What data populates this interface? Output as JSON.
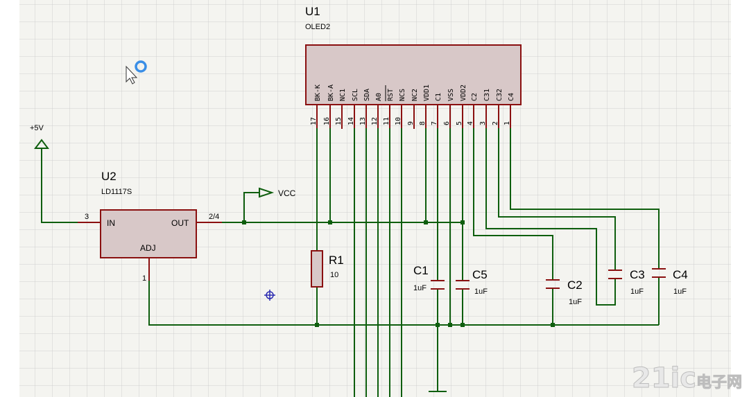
{
  "u1": {
    "ref": "U1",
    "part": "OLED2",
    "pin_names": [
      "BK-K",
      "BK-A",
      "NC1",
      "SCL",
      "SDA",
      "A0",
      "RST",
      "NCS",
      "NC2",
      "VDD1",
      "C1",
      "VSS",
      "VDD2",
      "C2",
      "C31",
      "C32",
      "C4"
    ],
    "pin_numbers": [
      "17",
      "16",
      "15",
      "14",
      "13",
      "12",
      "11",
      "10",
      "9",
      "8",
      "7",
      "6",
      "5",
      "4",
      "3",
      "2",
      "1"
    ]
  },
  "u2": {
    "ref": "U2",
    "part": "LD1117S",
    "pin_in": "IN",
    "pin_out": "OUT",
    "pin_adj": "ADJ",
    "num_in": "3",
    "num_out": "2/4",
    "num_adj": "1"
  },
  "power": {
    "v5": "+5V",
    "vcc": "VCC"
  },
  "r1": {
    "ref": "R1",
    "value": "10"
  },
  "caps": [
    {
      "ref": "C1",
      "value": "1uF"
    },
    {
      "ref": "C5",
      "value": "1uF"
    },
    {
      "ref": "C2",
      "value": "1uF"
    },
    {
      "ref": "C3",
      "value": "1uF"
    },
    {
      "ref": "C4",
      "value": "1uF"
    }
  ],
  "watermark": {
    "num": "21ic",
    "text": "电子网"
  },
  "colors": {
    "wire": "#0e5e0e",
    "component": "#8a1010",
    "fill": "#d8c8c8",
    "grid": "#cfcfcf"
  }
}
